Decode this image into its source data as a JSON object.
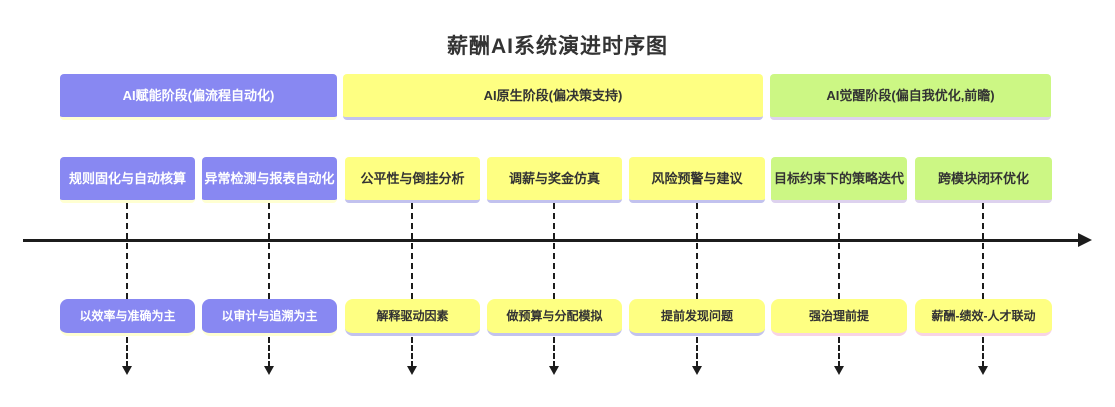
{
  "title": "薪酬AI系统演进时序图",
  "stages": [
    {
      "id": "empower",
      "label": "AI赋能阶段(偏流程自动化)"
    },
    {
      "id": "native",
      "label": "AI原生阶段(偏决策支持)"
    },
    {
      "id": "awaken",
      "label": "AI觉醒阶段(偏自我优化,前瞻)"
    }
  ],
  "columns": [
    {
      "capability": "规则固化与自动核算",
      "note": "以效率与准确为主",
      "stage": "empower"
    },
    {
      "capability": "异常检测与报表自动化",
      "note": "以审计与追溯为主",
      "stage": "empower"
    },
    {
      "capability": "公平性与倒挂分析",
      "note": "解释驱动因素",
      "stage": "native"
    },
    {
      "capability": "调薪与奖金仿真",
      "note": "做预算与分配模拟",
      "stage": "native"
    },
    {
      "capability": "风险预警与建议",
      "note": "提前发现问题",
      "stage": "native"
    },
    {
      "capability": "目标约束下的策略迭代",
      "note": "强治理前提",
      "stage": "awaken"
    },
    {
      "capability": "跨模块闭环优化",
      "note": "薪酬-绩效-人才联动",
      "stage": "awaken"
    }
  ],
  "palette": {
    "purple": "#8888f2",
    "yellow": "#feff82",
    "green": "#ccf784",
    "border_cream": "#ffffd2",
    "border_lavender": "#c2c2ee",
    "border_lilac": "#ddd2ee",
    "border_pink": "#f8d4e4",
    "axis_ink": "#1c1c1c",
    "text_dark": "#333333",
    "text_light": "#ffffff"
  }
}
